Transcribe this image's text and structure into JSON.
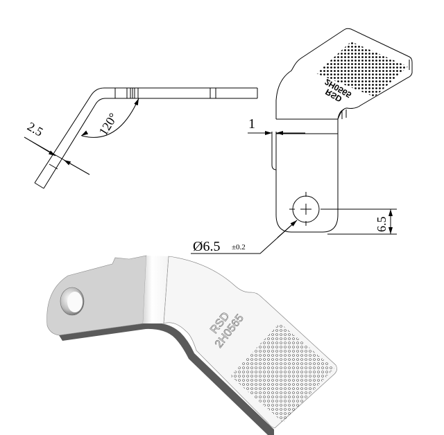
{
  "drawing": {
    "part_marking": {
      "line1": "RSD",
      "line2": "2H0565"
    },
    "side_view": {
      "thickness_dim": "2.5",
      "bend_angle": "120°"
    },
    "front_view": {
      "offset_dim": "1",
      "hole_diameter": "Ø6.5",
      "hole_tolerance": "±0.2",
      "hole_center_dim": "6.5",
      "marking_mirrored": {
        "line1": "RSD",
        "line2": "2H0565"
      }
    },
    "iso_view": {
      "marking": {
        "line1": "RSD",
        "line2": "2H0565"
      }
    },
    "colors": {
      "line": "#000000",
      "face_light": "#f4f4f4",
      "face_gray": "#d2d2d2",
      "edge_dark": "#5a5a5a",
      "background": "#ffffff"
    }
  }
}
